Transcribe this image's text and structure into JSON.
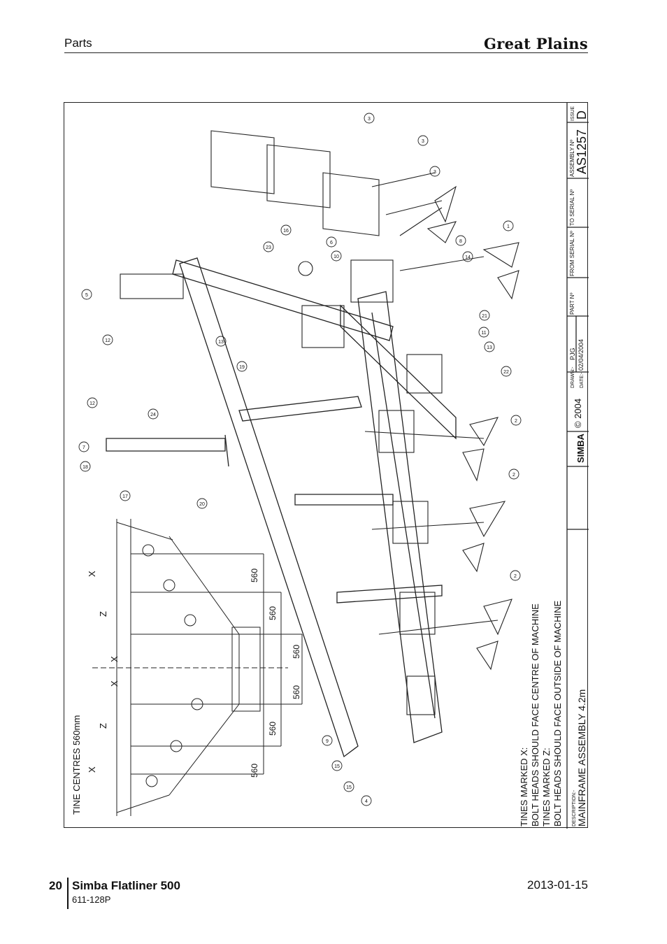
{
  "header": {
    "section": "Parts",
    "brand": "Great Plains"
  },
  "footer": {
    "page_number": "20",
    "title": "Simba Flatliner 500",
    "part_number": "611-128P",
    "date": "2013-01-15"
  },
  "drawing": {
    "title_block": {
      "issue_label": "ISSUE",
      "issue": "D",
      "assembly_label": "ASSEMBLY Nº",
      "assembly": "AS1257",
      "to_serial_label": "TO SERIAL Nº",
      "from_serial_label": "FROM SERIAL Nº",
      "part_label": "PART Nº",
      "drawn_label": "DRAWN:-",
      "drawn": "PJG",
      "date_label": "DATE:-",
      "date": "02/04/2004",
      "copyright": "© 2004",
      "logo": "SIMBA",
      "description_label": "DESCRIPTION:-",
      "description": "MAINFRAME ASSEMBLY 4.2m"
    },
    "notes": {
      "line1": "TINES MARKED X:",
      "line2": "BOLT HEADS SHOULD FACE CENTRE OF MACHINE",
      "line3": "TINES MARKED Z:",
      "line4": "BOLT HEADS SHOULD FACE OUTSIDE OF MACHINE"
    },
    "tine_centres": "TINE CENTRES 560mm",
    "spacing_labels": [
      "560",
      "560",
      "560",
      "560",
      "560",
      "560"
    ],
    "tine_marks": [
      "X",
      "Z",
      "X",
      "X",
      "Z",
      "X"
    ],
    "callouts": [
      "3",
      "3",
      "3",
      "1",
      "8",
      "14",
      "6",
      "10",
      "16",
      "23",
      "5",
      "12",
      "21",
      "11",
      "13",
      "13",
      "19",
      "22",
      "2",
      "2",
      "2",
      "12",
      "24",
      "7",
      "18",
      "17",
      "20",
      "9",
      "15",
      "15",
      "4"
    ]
  }
}
